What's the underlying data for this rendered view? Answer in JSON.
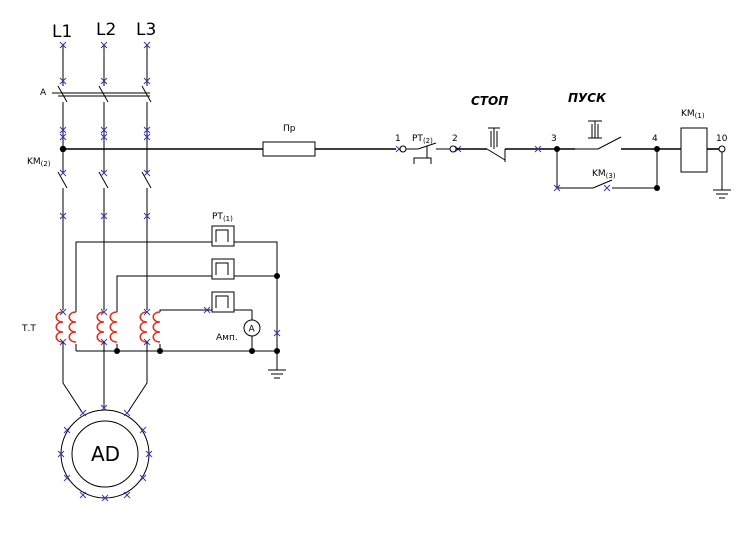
{
  "phases": [
    "L1",
    "L2",
    "L3"
  ],
  "labels": {
    "breaker": "A",
    "contactor_main": "KM",
    "contactor_main_sub": "(2)",
    "current_transformers": "Т.Т",
    "relay_top": "PT",
    "relay_top_sub": "(1)",
    "ammeter_caption": "Амп.",
    "ammeter_symbol": "A",
    "fuse": "Пр",
    "relay_series": "PT",
    "relay_series_sub": "(2)",
    "stop_button": "СТОП",
    "start_button": "ПУСК",
    "coil": "KM",
    "coil_sub": "(1)",
    "holding_contact": "KM",
    "holding_contact_sub": "(3)",
    "motor": "AD"
  },
  "nodes": [
    "1",
    "2",
    "3",
    "4",
    "10"
  ]
}
